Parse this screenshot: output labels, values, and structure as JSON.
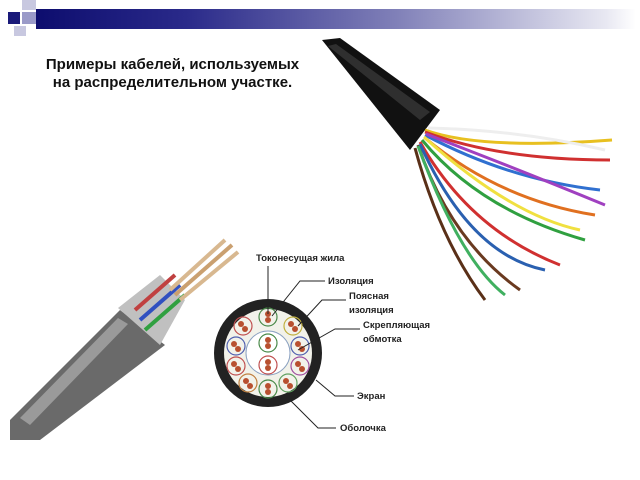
{
  "slide": {
    "title_line1": "Примеры кабелей, используемых",
    "title_line2": "на распределительном участке."
  },
  "diagram": {
    "labels": {
      "conductor": "Токонесущая жила",
      "insulation": "Изоляция",
      "belt_insulation_1": "Поясная",
      "belt_insulation_2": "изоляция",
      "binding_1": "Скрепляющая",
      "binding_2": "обмотка",
      "screen": "Экран",
      "sheath": "Оболочка"
    }
  },
  "colors": {
    "header_bar": "#0d0d6e",
    "accent_square": "#1a1a7a",
    "light_square": "#b8b8d8"
  }
}
